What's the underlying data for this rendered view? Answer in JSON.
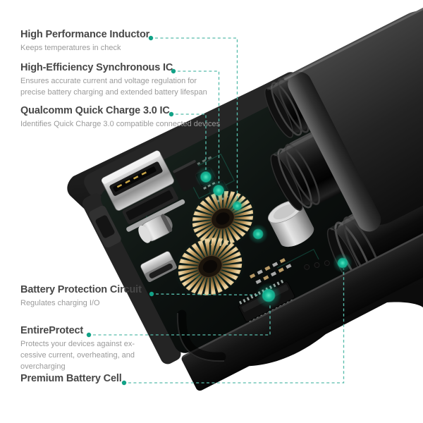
{
  "palette": {
    "accent": "#17bd9b",
    "leader_line": "#57bcab",
    "title_color": "#474747",
    "desc_color": "#9a9a9a",
    "device_black": "#111111",
    "coil_gold": "#e8cf9f",
    "background": "#ffffff"
  },
  "callouts": [
    {
      "title": "High Performance Inductor",
      "desc": "Keeps temperatures in check"
    },
    {
      "title": "High-Efficiency Synchronous IC",
      "desc": "Ensures accurate current and voltage regulation for\nprecise battery charging and extended battery lifespan"
    },
    {
      "title": "Qualcomm Quick Charge 3.0 IC",
      "desc": "Identifies Quick Charge 3.0 compatible connected devices"
    },
    {
      "title": "Battery Protection Circuit",
      "desc": "Regulates charging I/O"
    },
    {
      "title": "EntireProtect",
      "desc": "Protects your devices against ex-\ncessive current, overheating, and\novercharging"
    },
    {
      "title": "Premium Battery Cell",
      "desc": ""
    }
  ]
}
